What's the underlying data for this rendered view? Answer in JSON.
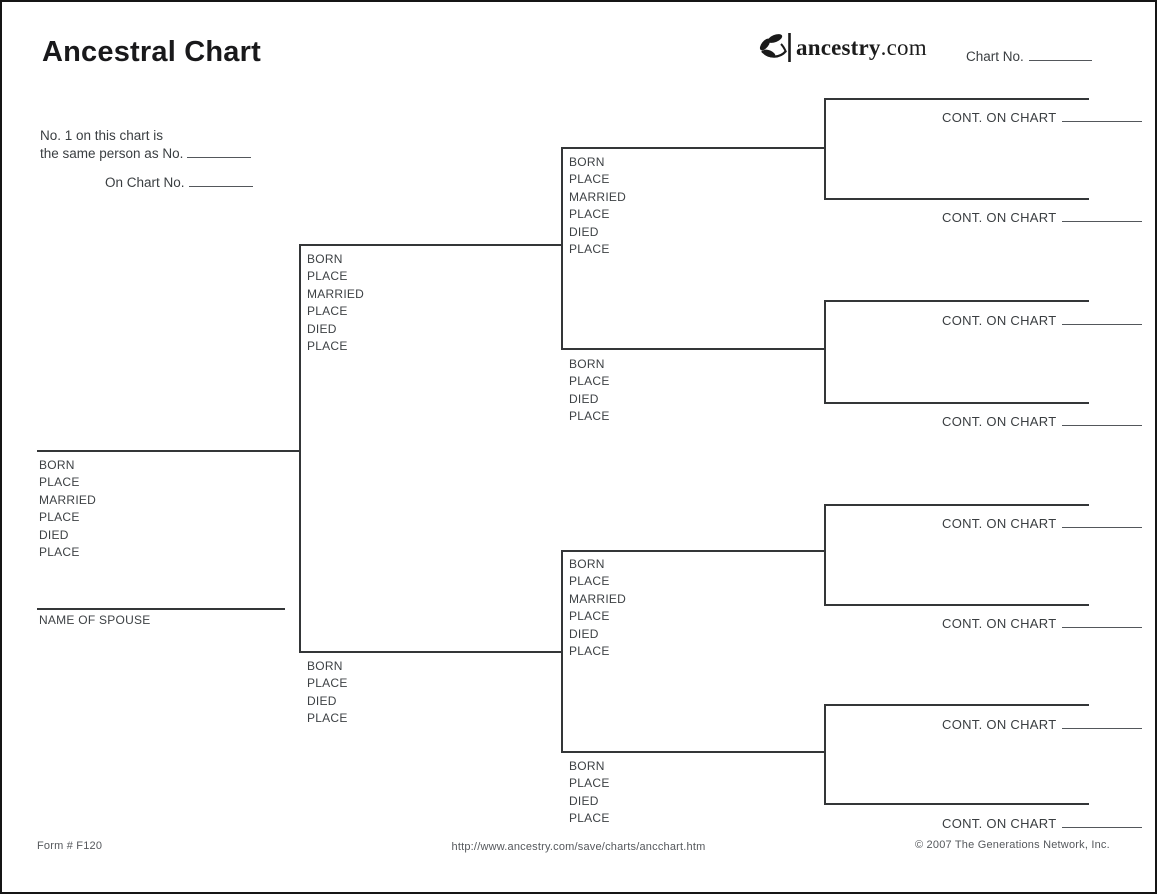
{
  "header": {
    "title": "Ancestral Chart",
    "brand_name": "ancestry",
    "brand_tld": ".com",
    "chart_no_label": "Chart No."
  },
  "intro": {
    "line1": "No. 1 on this chart is",
    "line2": "the same person as No.",
    "line3": "On Chart No."
  },
  "labels": {
    "full": [
      "BORN",
      "PLACE",
      "MARRIED",
      "PLACE",
      "DIED",
      "PLACE"
    ],
    "short": [
      "BORN",
      "PLACE",
      "DIED",
      "PLACE"
    ],
    "spouse": "NAME OF SPOUSE",
    "cont_on_chart": "CONT. ON CHART"
  },
  "footer": {
    "form_number": "Form # F120",
    "url": "http://www.ancestry.com/save/charts/ancchart.htm",
    "copyright": "© 2007 The Generations Network, Inc."
  },
  "colors": {
    "line": "#343638",
    "label_text": "#3d4144",
    "title_text": "#19191b",
    "footer_text": "#55585c"
  }
}
